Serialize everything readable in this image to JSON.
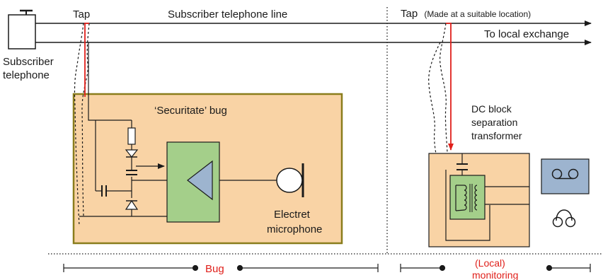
{
  "labels": {
    "tap_left": "Tap",
    "line_title": "Subscriber telephone line",
    "tap_right": "Tap",
    "tap_right_note": "(Made at a suitable location)",
    "to_exchange": "To local exchange",
    "subscriber_telephone": [
      "Subscriber",
      "telephone"
    ],
    "bug_title": "‘Securitate’ bug",
    "electret": [
      "Electret",
      "microphone"
    ],
    "dc_block": [
      "DC block",
      "separation",
      "transformer"
    ],
    "bug_scale": "Bug",
    "monitoring_scale": [
      "(Local)",
      "monitoring"
    ]
  },
  "colors": {
    "panel_fill": "#f9d3a5",
    "bug_border": "#8a7d1c",
    "amp_fill": "#a4cf8a",
    "triangle_fill": "#9db4cf",
    "recorder_fill": "#9db4cf",
    "red_line": "#e0201b",
    "line": "#1a1a1a"
  },
  "icons": [
    "telephone-icon",
    "amplifier-triangle",
    "microphone-icon",
    "tape-recorder-icon",
    "headphones-icon",
    "transformer-symbol",
    "diode-symbol",
    "capacitor-symbol",
    "resistor-symbol"
  ]
}
